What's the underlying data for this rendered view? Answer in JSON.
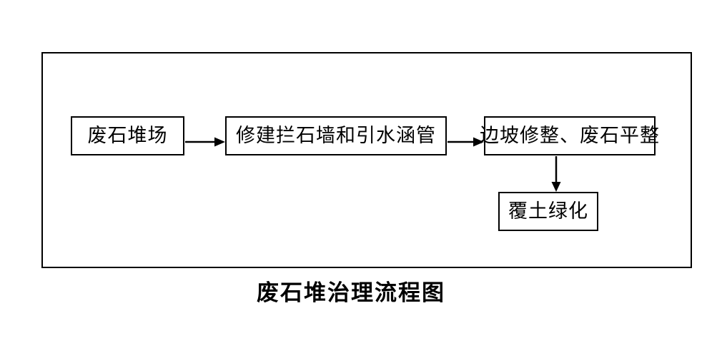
{
  "diagram": {
    "caption": "废石堆治理流程图",
    "nodes": [
      {
        "id": "waste-rock-yard",
        "label": "废石堆场"
      },
      {
        "id": "build-wall-and-culvert",
        "label": "修建拦石墙和引水涵管"
      },
      {
        "id": "slope-and-leveling",
        "label": "边坡修整、废石平整"
      },
      {
        "id": "soil-cover-greening",
        "label": "覆土绿化"
      }
    ],
    "edges": [
      {
        "from": "waste-rock-yard",
        "to": "build-wall-and-culvert",
        "direction": "right"
      },
      {
        "from": "build-wall-and-culvert",
        "to": "slope-and-leveling",
        "direction": "right"
      },
      {
        "from": "slope-and-leveling",
        "to": "soil-cover-greening",
        "direction": "down"
      }
    ]
  },
  "colors": {
    "background": "#ffffff",
    "line": "#000000",
    "text": "#000000"
  }
}
